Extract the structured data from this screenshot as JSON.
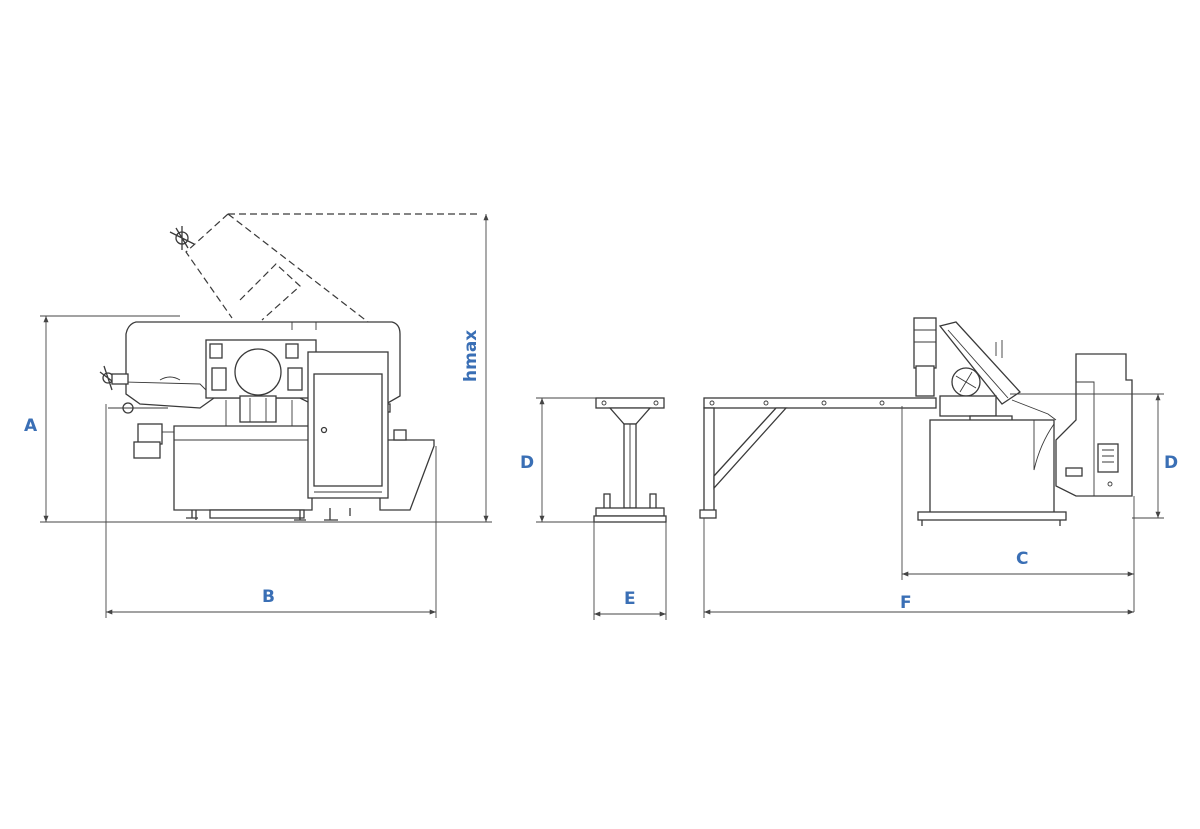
{
  "colors": {
    "line": "#3a3a3a",
    "label": "#3a6fb5",
    "background": "#ffffff"
  },
  "labels": {
    "A": "A",
    "B": "B",
    "hmax": "hmax",
    "D_left": "D",
    "E": "E",
    "D_right": "D",
    "C": "C",
    "F": "F"
  }
}
